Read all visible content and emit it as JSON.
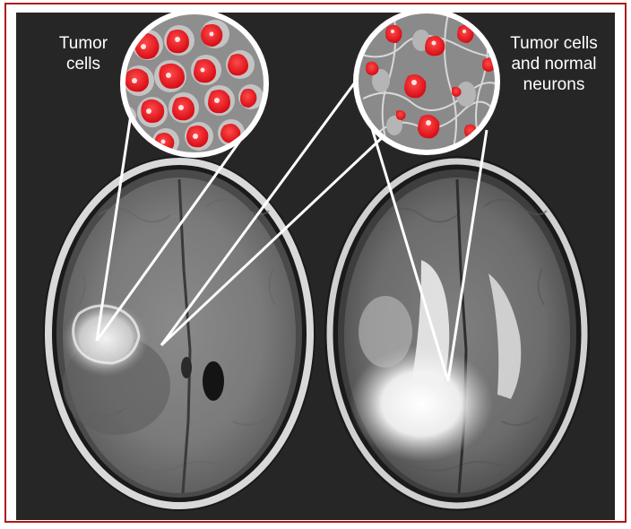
{
  "figure": {
    "labels": {
      "tumor": [
        "Tumor",
        "cells"
      ],
      "mixed": [
        "Tumor cells",
        "and normal",
        "neurons"
      ]
    }
  },
  "colors": {
    "background": "#262626",
    "border": "#b01818",
    "pointer_lines": "#ffffff",
    "tumor_cell": "#e8121b",
    "tissue": "#9b9b9b",
    "label_text": "#ffffff"
  }
}
